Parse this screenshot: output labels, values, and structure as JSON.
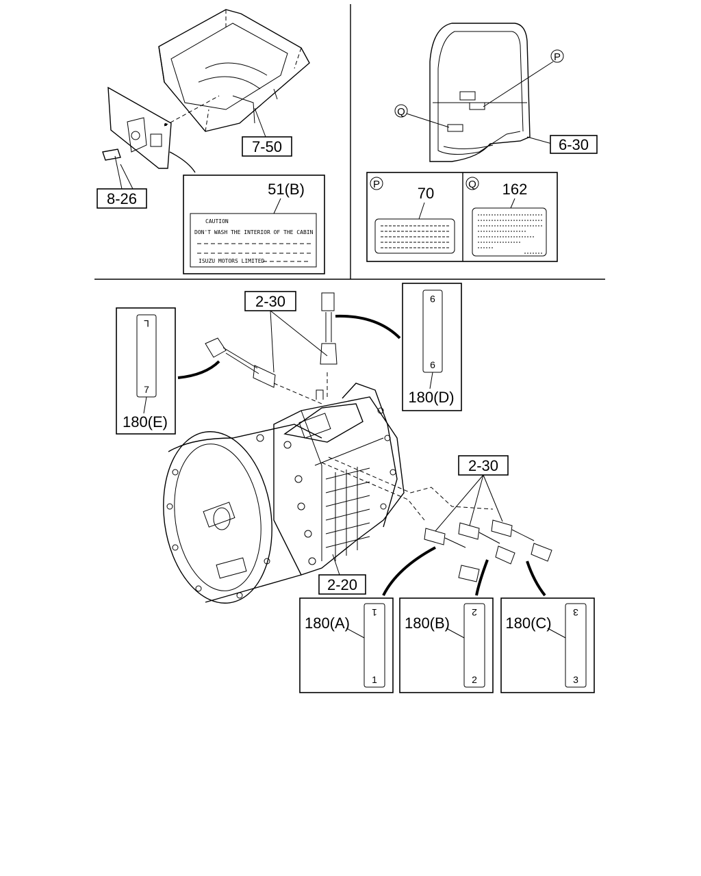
{
  "callouts": {
    "c_7_50": "7-50",
    "c_8_26": "8-26",
    "c_6_30": "6-30",
    "c_2_30_top": "2-30",
    "c_2_30_right": "2-30",
    "c_2_20": "2-20"
  },
  "caution_label": {
    "part": "51(B)",
    "title": "CAUTION",
    "line1": "DON'T WASH THE INTERIOR OF THE CABIN",
    "maker": "ISUZU MOTORS LIMITED"
  },
  "door_labels": {
    "p_marker": "P",
    "q_marker": "Q",
    "p_part": "70",
    "q_part": "162"
  },
  "sensor_tags": {
    "a": {
      "part": "180(A)",
      "top": "1",
      "bottom": "1"
    },
    "b": {
      "part": "180(B)",
      "top": "2",
      "bottom": "2"
    },
    "c": {
      "part": "180(C)",
      "top": "3",
      "bottom": "3"
    },
    "d": {
      "part": "180(D)",
      "top": "9",
      "bottom": "6"
    },
    "e": {
      "part": "180(E)",
      "top": "L",
      "bottom": "7"
    }
  }
}
